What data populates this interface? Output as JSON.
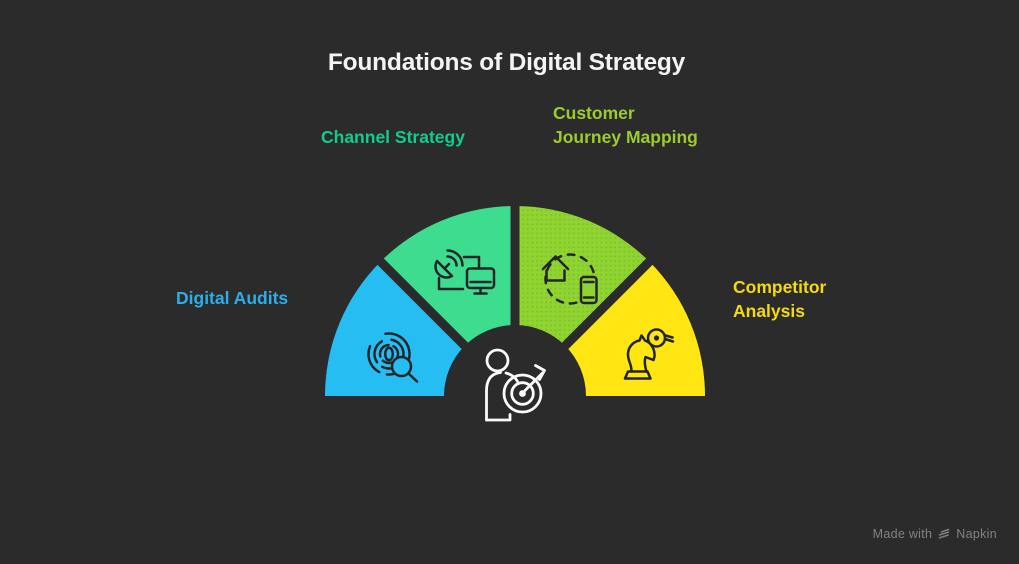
{
  "title": "Foundations of Digital Strategy",
  "colors": {
    "background": "#2B2B2B",
    "title_text": "#F3F3F3",
    "segment_icon_stroke": "#22262B",
    "center_icon_stroke": "#FAFAFA",
    "footer_text": "#828282"
  },
  "segments": [
    {
      "label": "Digital Audits",
      "fill": "#25BDF2",
      "label_color": "#2CAFE8",
      "icon": "fingerprint-search-icon"
    },
    {
      "label": "Channel Strategy",
      "fill": "#3EDC8E",
      "label_color": "#0FCD8E",
      "icon": "satellite-dish-monitor-icon"
    },
    {
      "label_lines": [
        "Customer",
        "Journey Mapping"
      ],
      "fill": "#8FD431",
      "label_color": "#9CCC2C",
      "icon": "home-phone-journey-icon"
    },
    {
      "label_lines": [
        "Competitor",
        "Analysis"
      ],
      "fill": "#FFE512",
      "label_color": "#F3D90E",
      "icon": "chess-knight-search-icon"
    }
  ],
  "center": {
    "icon": "person-target-icon"
  },
  "footer": {
    "made_with": "Made with",
    "brand": "Napkin"
  }
}
